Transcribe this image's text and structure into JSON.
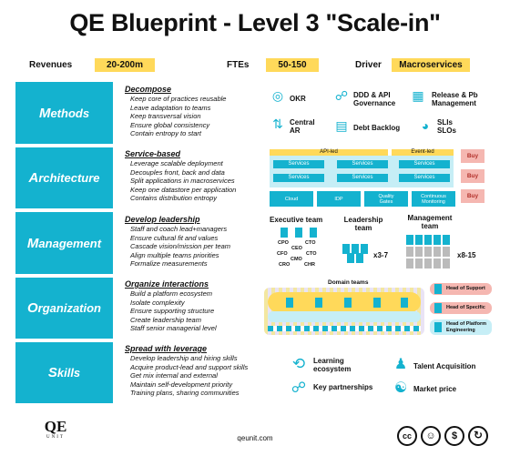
{
  "title": "QE Blueprint - Level 3 \"Scale-in\"",
  "header": {
    "revenues_label": "Revenues",
    "revenues_value": "20-200m",
    "ftes_label": "FTEs",
    "ftes_value": "50-150",
    "driver_label": "Driver",
    "driver_value": "Macroservices"
  },
  "rows": [
    {
      "first": "M",
      "rest": "ethods",
      "heading": "Decompose",
      "bullets": [
        "Keep core of practices reusable",
        "Leave adaptation to teams",
        "Keep transversal vision",
        "Ensure global consistency",
        "Contain entropy to start"
      ]
    },
    {
      "first": "A",
      "rest": "rchitecture",
      "heading": "Service-based",
      "bullets": [
        "Leverage scalable deployment",
        "Decouples front, back and data",
        "Split applications in macroservices",
        "Keep one datastore per application",
        "Contains distribution entropy"
      ]
    },
    {
      "first": "M",
      "rest": "anagement",
      "heading": "Develop leadership",
      "bullets": [
        "Staff and coach lead+managers",
        "Ensure cultural fit and values",
        "Cascade vision/mission per team",
        "Align multiple teams priorities",
        "Formalize measurements"
      ]
    },
    {
      "first": "O",
      "rest": "rganization",
      "heading": "Organize interactions",
      "bullets": [
        "Build a platform ecosystem",
        "Isolate complexity",
        "Ensure supporting structure",
        "Create leadership team",
        "Staff senior managerial level"
      ]
    },
    {
      "first": "S",
      "rest": "kills",
      "heading": "Spread with leverage",
      "bullets": [
        "Develop leadership and hiring skills",
        "Acquire product-lead and support skills",
        "Get mix internal and external",
        "Maintain self-development priority",
        "Training plans, sharing communities"
      ]
    }
  ],
  "methods": {
    "okr": "OKR",
    "ddd_1": "DDD & API",
    "ddd_2": "Governance",
    "release_1": "Release & Pb",
    "release_2": "Management",
    "central_1": "Central",
    "central_2": "AR",
    "backlog": "Debt Backlog",
    "sli_1": "SLIs",
    "sli_2": "SLOs"
  },
  "architecture": {
    "api_led": "API-led",
    "event_led": "Event-led",
    "services": "Services",
    "buy": "Buy",
    "cloud": "Cloud",
    "idp": "IDP",
    "quality_1": "Quality",
    "quality_2": "Gates",
    "cm_1": "Continuous",
    "cm_2": "Monitoring"
  },
  "management": {
    "exec_team": "Executive team",
    "leadership_1": "Leadership",
    "leadership_2": "team",
    "management_1": "Management",
    "management_2": "team",
    "cpo": "CPO",
    "cto": "CTO",
    "ceo": "CEO",
    "cfo": "CFO",
    "cmo": "CMO",
    "cro": "CRO",
    "chr": "CHR",
    "x37": "x3-7",
    "x815": "x8-15"
  },
  "organization": {
    "domain_teams": "Domain teams",
    "head_support": "Head of Support",
    "head_specific": "Head of Specific",
    "head_platform_1": "Head of Platform",
    "head_platform_2": "Engineering"
  },
  "skills": {
    "learning_1": "Learning",
    "learning_2": "ecosystem",
    "talent": "Talent Acquisition",
    "partnerships": "Key partnerships",
    "market": "Market price"
  },
  "footer": {
    "logo_main": "QE",
    "logo_sub": "UNIT",
    "url": "qeunit.com",
    "license": "cc by nc sa"
  },
  "colors": {
    "accent": "#14b2cf",
    "highlight": "#ffd95a",
    "buy": "#f5b7b1",
    "light": "#c6eef6"
  }
}
